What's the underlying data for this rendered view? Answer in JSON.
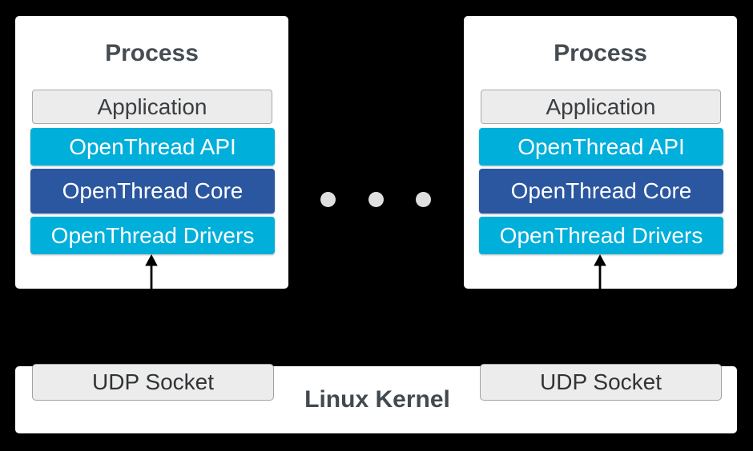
{
  "diagram": {
    "processes": [
      {
        "title": "Process",
        "layers": [
          {
            "label": "Application"
          },
          {
            "label": "OpenThread API"
          },
          {
            "label": "OpenThread Core"
          },
          {
            "label": "OpenThread Drivers"
          }
        ]
      },
      {
        "title": "Process",
        "layers": [
          {
            "label": "Application"
          },
          {
            "label": "OpenThread API"
          },
          {
            "label": "OpenThread Core"
          },
          {
            "label": "OpenThread Drivers"
          }
        ]
      }
    ],
    "ellipsis_dot_count": 3,
    "kernel": {
      "label": "Linux Kernel",
      "sockets": [
        {
          "label": "UDP Socket"
        },
        {
          "label": "UDP Socket"
        }
      ]
    },
    "colors": {
      "background": "#000000",
      "process_box": "#ffffff",
      "cyan_layer": "#00afda",
      "blue_layer": "#2b57a1",
      "gray_box_fill": "#ececec",
      "gray_box_border": "#a9a9a9",
      "dot": "#dfdfdf",
      "title_text": "#464c52",
      "dark_text": "#3b3e41",
      "layer_text": "#ffffff",
      "arrow": "#000000"
    }
  }
}
